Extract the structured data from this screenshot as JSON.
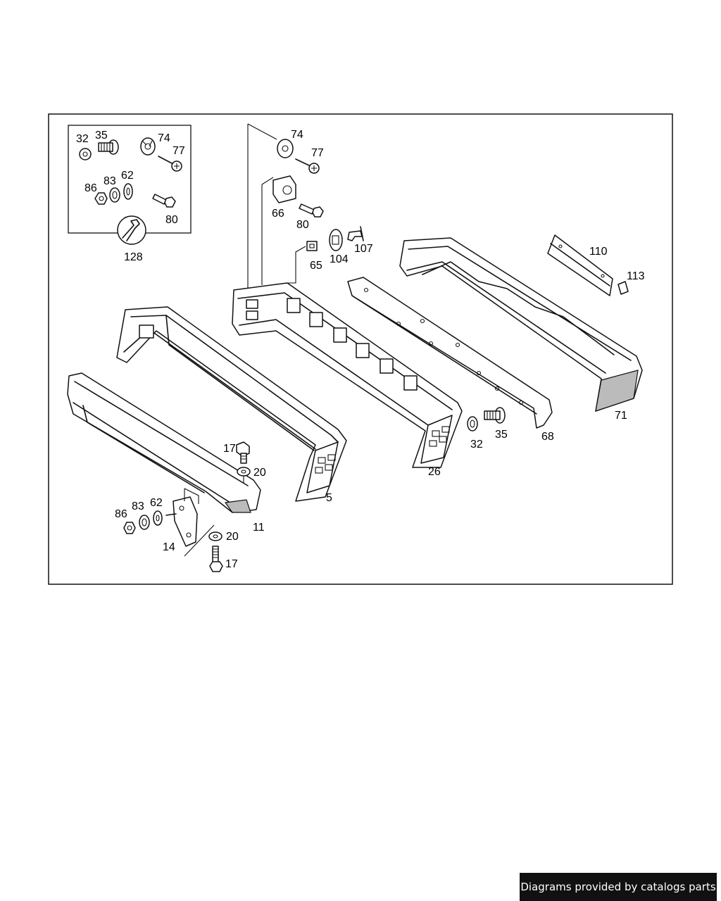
{
  "callouts": {
    "c_32a": "32",
    "c_35a": "35",
    "c_74a": "74",
    "c_77a": "77",
    "c_86a": "86",
    "c_83a": "83",
    "c_62a": "62",
    "c_80a": "80",
    "c_128": "128",
    "c_74b": "74",
    "c_77b": "77",
    "c_66": "66",
    "c_80b": "80",
    "c_107": "107",
    "c_104": "104",
    "c_65": "65",
    "c_110": "110",
    "c_113": "113",
    "c_71": "71",
    "c_68": "68",
    "c_35b": "35",
    "c_32b": "32",
    "c_26": "26",
    "c_5": "5",
    "c_17a": "17",
    "c_20a": "20",
    "c_11": "11",
    "c_86b": "86",
    "c_83b": "83",
    "c_62b": "62",
    "c_14": "14",
    "c_20b": "20",
    "c_17b": "17"
  },
  "icons": {
    "wrench": "wrench-icon",
    "screw": "screw-icon",
    "nut": "nut-icon",
    "washer": "washer-icon",
    "bolt": "bolt-icon"
  },
  "footer": {
    "text": "Diagrams provided by catalogs parts"
  },
  "colors": {
    "line": "#111111",
    "background": "#ffffff",
    "footer_bg": "#111111",
    "footer_text": "#ffffff"
  }
}
